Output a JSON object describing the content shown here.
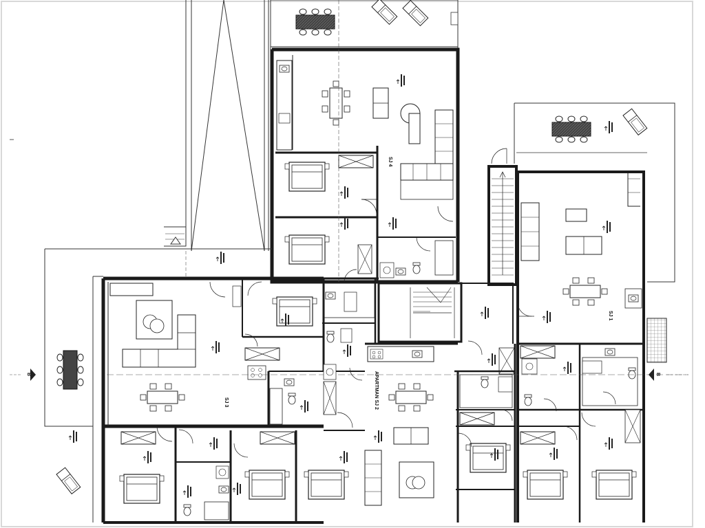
{
  "apartments": {
    "a1": "SJ 1",
    "a2": "APARTMAN SJ 2",
    "a3": "SJ 3",
    "a4": "SJ 4"
  },
  "section_marks": {
    "left": "B",
    "right": "B"
  },
  "colors": {
    "wall": "#1a1a1a",
    "wall_fill": "#4a4a4a",
    "line": "#222222",
    "dash": "#555555",
    "background": "#ffffff"
  },
  "icons": [
    "dining-table-icon",
    "sofa-icon",
    "bed-icon",
    "toilet-icon",
    "sink-icon",
    "stair-icon",
    "sun-lounger-icon",
    "round-table-icon",
    "door-swing-icon"
  ]
}
